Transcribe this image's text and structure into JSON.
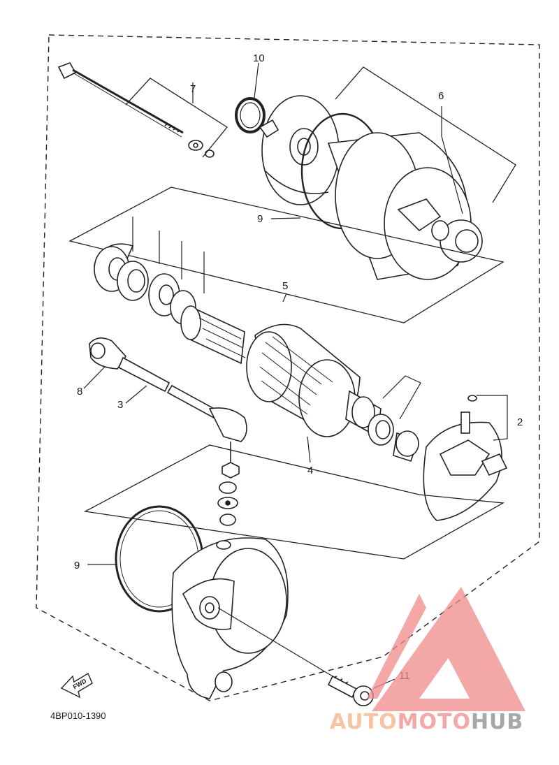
{
  "callouts": [
    "10",
    "7",
    "6",
    "9",
    "5",
    "8",
    "3",
    "4",
    "2",
    "9",
    "11"
  ],
  "fwd_label": "FWD",
  "diagram_code": "4BP010-1390",
  "watermark": {
    "part1": "AUTO",
    "part2": "MOTO",
    "part3": "HUB",
    "colors": {
      "accent_orange": "#f5b183",
      "accent_red": "#f08a8a",
      "gray": "#8a8a8a"
    }
  }
}
